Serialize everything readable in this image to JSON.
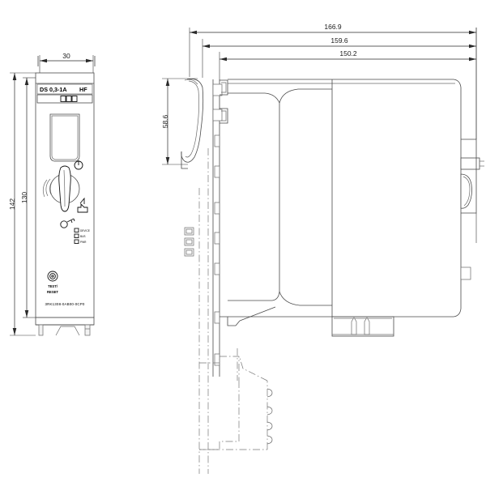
{
  "drawing": {
    "title": "Siemens motor starter dimension drawing",
    "views": {
      "front": {
        "name": "front-view"
      },
      "side": {
        "name": "side-view"
      }
    }
  },
  "dimensions": {
    "front_width": "30",
    "front_height_total": "142",
    "front_height_body": "130",
    "side_depth_total": "166.9",
    "side_depth_middle": "159.6",
    "side_depth_inner": "150.2",
    "side_height_lever": "58.6"
  },
  "front_panel": {
    "rating_label": "DS  0,3-1A",
    "rating_suffix": "HF",
    "leds": [
      {
        "label": "DEVICE"
      },
      {
        "label": "BUS"
      },
      {
        "label": "PWR"
      }
    ],
    "test_reset_line1": "TEST/",
    "test_reset_line2": "RESET",
    "part_number": "3RK1308-0AB00-0CP0",
    "icons": {
      "knob": "rotary-knob-icon",
      "power": "power-symbol-icon",
      "latch": "latch-arrow-icon",
      "key": "key-lock-icon",
      "reset_button": "reset-button-icon"
    }
  },
  "colors": {
    "line": "#4a4a4a",
    "line_dark": "#111111",
    "dimension": "#2a2a2a",
    "center": "#777777",
    "background": "#ffffff"
  }
}
